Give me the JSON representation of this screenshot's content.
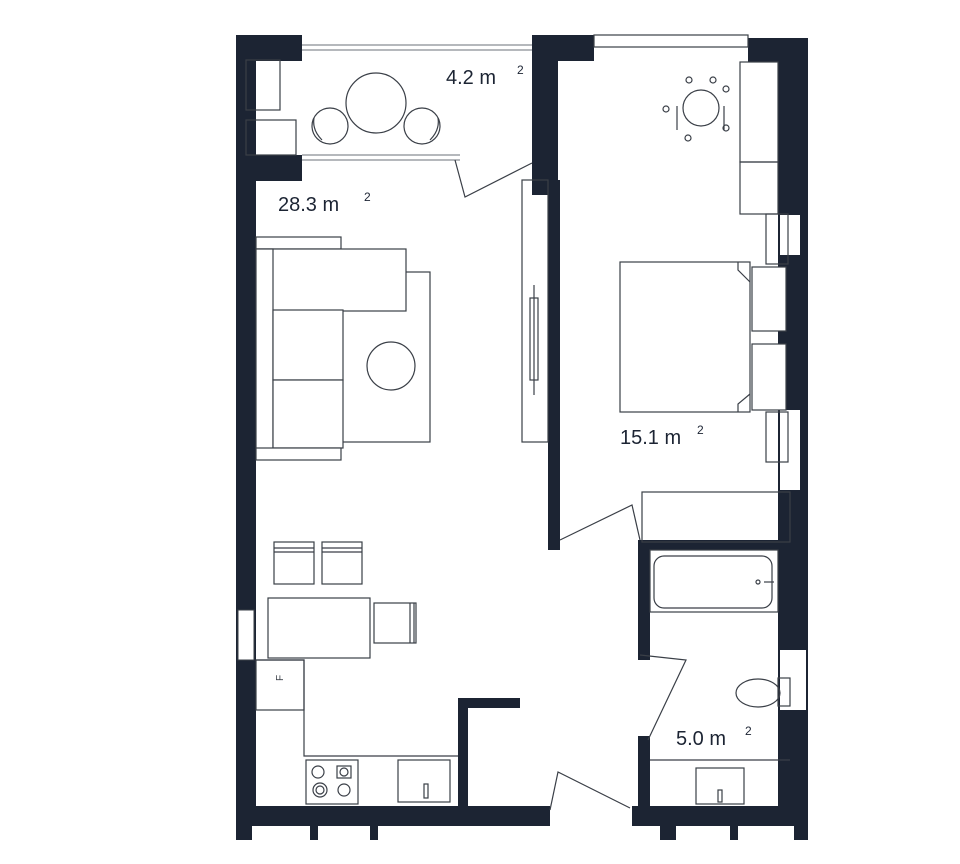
{
  "rooms": {
    "balcony": {
      "area": "4.2",
      "unit": "m",
      "sup": "2"
    },
    "living": {
      "area": "28.3",
      "unit": "m",
      "sup": "2"
    },
    "bedroom": {
      "area": "15.1",
      "unit": "m",
      "sup": "2"
    },
    "bathroom": {
      "area": "5.0",
      "unit": "m",
      "sup": "2"
    }
  },
  "fridge_label": "F",
  "colors": {
    "wall": "#1c2433",
    "line": "#3a3f47",
    "background": "#ffffff"
  }
}
